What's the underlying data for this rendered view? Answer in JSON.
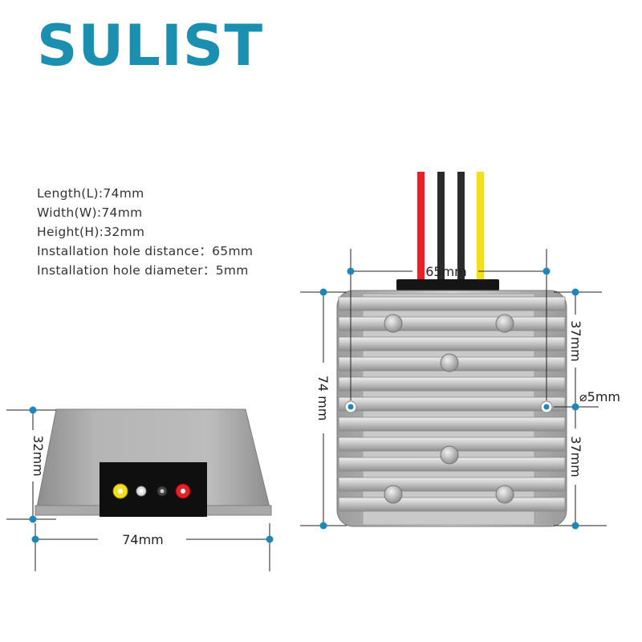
{
  "brand": "SULIST",
  "specs": [
    "Length(L):74mm",
    "Width(W):74mm",
    "Height(H):32mm",
    "Installation hole distance：65mm",
    "Installation hole diameter：5mm"
  ],
  "dimensions": {
    "side_height": "32mm",
    "side_width": "74mm",
    "hole_distance": "65mm",
    "top_length": "74 mm",
    "upper_offset": "37mm",
    "lower_offset": "37mm",
    "hole_diameter": "⌀5mm"
  },
  "colors": {
    "brand": "#1b8fb0",
    "dimension_marker": "#1f86b8",
    "wire_red": "#e3232a",
    "wire_black": "#2b2b2b",
    "wire_yellow": "#f3df1b",
    "housing": "#b4b4b4"
  }
}
